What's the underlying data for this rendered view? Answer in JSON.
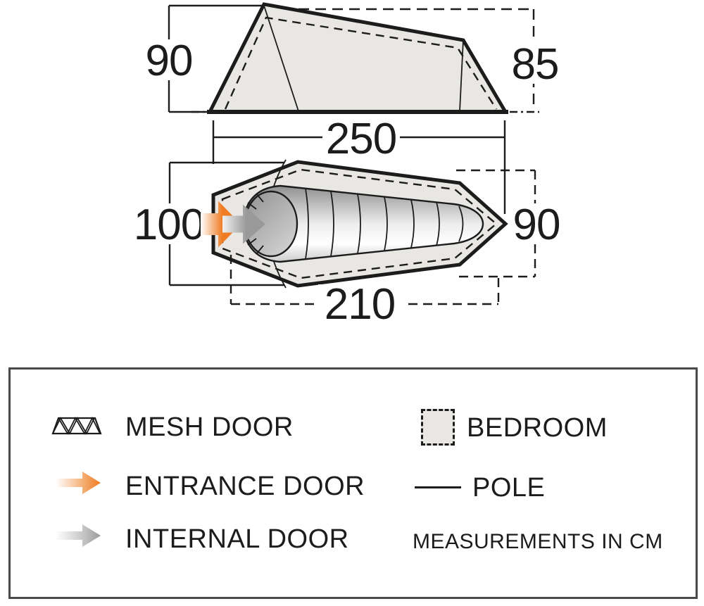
{
  "diagram": {
    "units_note": "MEASUREMENTS IN CM",
    "side_view": {
      "name": "tent-side-elevation",
      "dims": {
        "height_left": "90",
        "height_right": "85",
        "base_width": "250"
      }
    },
    "floor_plan": {
      "name": "tent-floor-plan",
      "dims": {
        "front_width": "100",
        "rear_width": "90",
        "bedroom_length": "210"
      }
    }
  },
  "legend": {
    "items": [
      {
        "id": "mesh-door",
        "label": "MESH DOOR",
        "icon": "mesh-door-icon"
      },
      {
        "id": "entrance-door",
        "label": "ENTRANCE DOOR",
        "icon": "entrance-door-arrow-icon"
      },
      {
        "id": "internal-door",
        "label": "INTERNAL DOOR",
        "icon": "internal-door-arrow-icon"
      },
      {
        "id": "bedroom",
        "label": "BEDROOM",
        "icon": "bedroom-swatch-icon"
      },
      {
        "id": "pole",
        "label": "POLE",
        "icon": "pole-line-icon"
      }
    ],
    "note": "MEASUREMENTS IN CM"
  },
  "colors": {
    "outline": "#1c1c1c",
    "tent_fill": "#e9e7e4",
    "entrance_orange": "#ef7c23",
    "internal_gray": "#9a9a9a",
    "legend_border": "#4a4a4a"
  }
}
